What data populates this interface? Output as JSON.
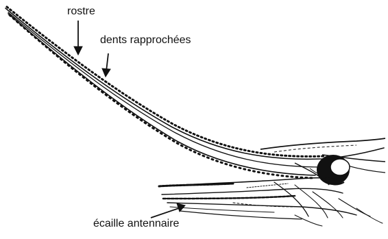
{
  "labels": {
    "rostre": "rostre",
    "dents": "dents rapprochées",
    "ecaille": "écaille antennaire"
  },
  "colors": {
    "ink": "#111111",
    "background": "#ffffff"
  }
}
